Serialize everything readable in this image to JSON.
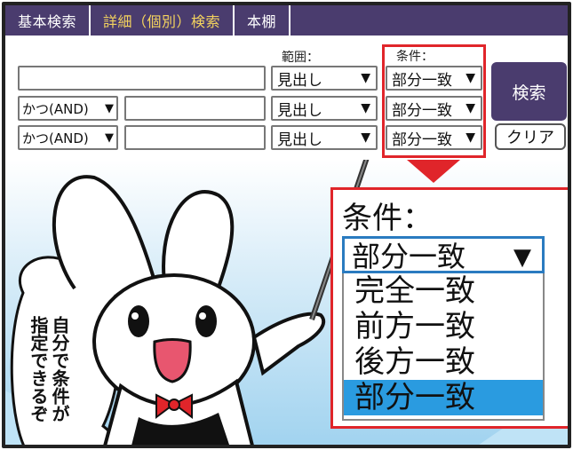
{
  "tabs": [
    {
      "label": "基本検索"
    },
    {
      "label": "詳細（個別）検索"
    },
    {
      "label": "本棚"
    }
  ],
  "form": {
    "range_label": "範囲：",
    "condition_label": "条件：",
    "rows": [
      {
        "connector": "",
        "field": "見出し",
        "condition": "部分一致"
      },
      {
        "connector": "かつ(AND)",
        "field": "見出し",
        "condition": "部分一致"
      },
      {
        "connector": "かつ(AND)",
        "field": "見出し",
        "condition": "部分一致"
      }
    ],
    "search_button": "検索",
    "clear_button": "クリア"
  },
  "zoom": {
    "label": "条件：",
    "selected": "部分一致",
    "options": [
      "完全一致",
      "前方一致",
      "後方一致",
      "部分一致"
    ]
  },
  "bubble": "自分で条件が指定できるぞ",
  "colors": {
    "tab_bar": "#4a3c6e",
    "active_tab_text": "#f4d35e",
    "highlight_red": "#e0252a",
    "select_blue": "#2a7bc0",
    "option_selected": "#2a9be0"
  }
}
